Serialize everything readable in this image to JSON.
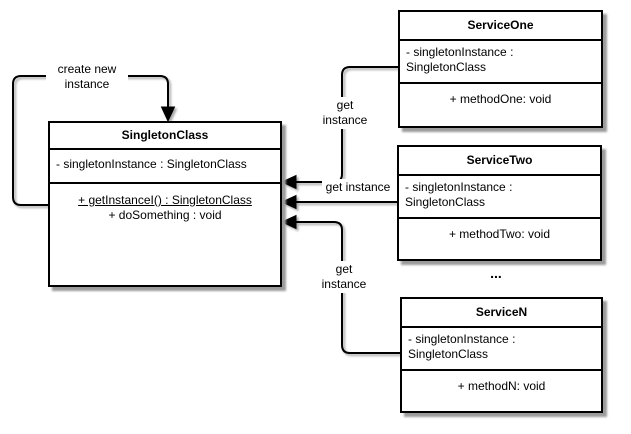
{
  "colors": {
    "line": "#000000",
    "text": "#000000",
    "background": "#ffffff",
    "shadow": "#9b9b9b"
  },
  "classes": {
    "singleton": {
      "title": "SingletonClass",
      "attribute": "- singletonInstance : SingletonClass",
      "static_method": "+ getInstanceI() : SingletonClass",
      "method": "+ doSomething : void"
    },
    "service_one": {
      "title": "ServiceOne",
      "attribute": "- singletonInstance : SingletonClass",
      "method": "+ methodOne: void"
    },
    "service_two": {
      "title": "ServiceTwo",
      "attribute": "- singletonInstance : SingletonClass",
      "method": "+ methodTwo: void"
    },
    "service_n": {
      "title": "ServiceN",
      "attribute": "- singletonInstance : SingletonClass",
      "method": "+ methodN: void"
    }
  },
  "connectors": {
    "self_label": "create new instance",
    "get_instance_label": "get instance"
  },
  "ellipsis": "..."
}
